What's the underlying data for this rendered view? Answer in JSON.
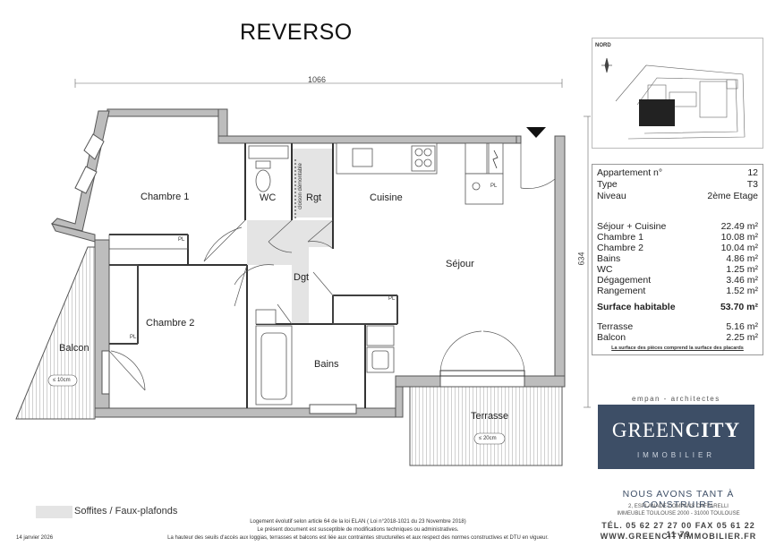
{
  "title": "REVERSO",
  "dimensions": {
    "width_label": "1066",
    "height_label": "634"
  },
  "rooms": {
    "chambre1": "Chambre 1",
    "chambre2": "Chambre 2",
    "wc": "WC",
    "rgt": "Rgt",
    "cuisine": "Cuisine",
    "sejour": "Séjour",
    "dgt": "Dgt",
    "bains": "Bains",
    "balcon": "Balcon",
    "terrasse": "Terrasse"
  },
  "annotations": {
    "pl": "PL",
    "cloison": "cloison démontable",
    "balcon_slope": "≤ 10cm",
    "terrasse_slope": "≤ 20cm"
  },
  "keyplan": {
    "north_label": "NORD"
  },
  "info": {
    "rows_top": [
      {
        "label": "Appartement n°",
        "value": "12"
      },
      {
        "label": "Type",
        "value": "T3"
      },
      {
        "label": "Niveau",
        "value": "2ème Etage"
      }
    ],
    "rows_rooms": [
      {
        "label": "Séjour + Cuisine",
        "value": "22.49 m²"
      },
      {
        "label": "Chambre 1",
        "value": "10.08 m²"
      },
      {
        "label": "Chambre 2",
        "value": "10.04 m²"
      },
      {
        "label": "Bains",
        "value": "4.86 m²"
      },
      {
        "label": "WC",
        "value": "1.25 m²"
      },
      {
        "label": "Dégagement",
        "value": "3.46 m²"
      },
      {
        "label": "Rangement",
        "value": "1.52 m²"
      }
    ],
    "surface": {
      "label": "Surface habitable",
      "value": "53.70 m²"
    },
    "rows_ext": [
      {
        "label": "Terrasse",
        "value": "5.16 m²"
      },
      {
        "label": "Balcon",
        "value": "2.25 m²"
      }
    ],
    "note": "La surface des pièces comprend la surface des placards"
  },
  "branding": {
    "architect": "empan - architectes",
    "logo_green": "GREEN",
    "logo_city": "CITY",
    "logo_sub": "IMMOBILIER",
    "slogan": "NOUS AVONS TANT À CONSTRUIRE",
    "address1": "2, ESPLANADE COMPANS CAFFARELLI",
    "address2": "IMMEUBLE TOULOUSE 2000 - 31000 TOULOUSE",
    "tel": "TÉL. 05 62 27 27 00    FAX 05 61 22 11 79",
    "web": "WWW.GREENCITYIMMOBILIER.FR"
  },
  "legend": {
    "label": "Soffites / Faux-plafonds"
  },
  "footer": {
    "date": "14 janvier 2026",
    "line1": "Logement évolutif selon article 64 de la loi ELAN ( Loi n°2018-1021 du 23 Novembre 2018)",
    "line2": "Le présent document est susceptible de modifications techniques ou administratives.",
    "line3": "La hauteur des seuils d'accès aux loggias, terrasses et balcons est liée aux contraintes structurelles et aux respect des normes constructives et DTU en vigueur."
  },
  "colors": {
    "brand": "#3d4e66",
    "soffit": "#e4e4e4",
    "wall": "#8c8c8c"
  }
}
